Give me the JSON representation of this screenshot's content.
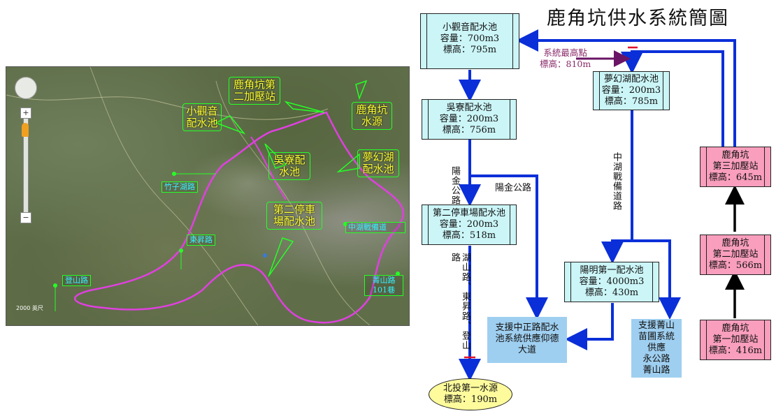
{
  "title": "鹿角坑供水系統簡圖",
  "map": {
    "labels": {
      "xiaoguanyin": "小觀音\n配水池",
      "lujiaokeng_booster": "鹿角坑第\n二加壓站",
      "lujiaokeng_source": "鹿角坑\n水源",
      "wuliao": "吳寮配\n水池",
      "menghuanhu": "夢幻湖\n配水池",
      "parking2": "第二停車\n場配水池"
    },
    "roads": {
      "zhuzihu": "竹子湖路",
      "dongsheng": "東昇路",
      "zhonghu": "中湖戰備道",
      "dengshan": "登山路",
      "jingshan": "菁山路\n101巷"
    },
    "scale_text": "2000 英尺",
    "zoom_in": "+",
    "zoom_out": "−"
  },
  "tanks": {
    "xiaoguanyin": {
      "name": "小觀音配水池",
      "capacity": "容量：700m3",
      "elevation": "標高：795m"
    },
    "wuliao": {
      "name": "吳寮配水池",
      "capacity": "容量：200m3",
      "elevation": "標高：756m"
    },
    "parking2": {
      "name": "第二停車場配水池",
      "capacity": "容量：200m3",
      "elevation": "標高：518m"
    },
    "menghuanhu": {
      "name": "夢幻湖配水池",
      "capacity": "容量：200m3",
      "elevation": "標高：785m"
    },
    "yangming1": {
      "name": "陽明第一配水池",
      "capacity": "容量：4000m3",
      "elevation": "標高：430m"
    }
  },
  "stations": {
    "third": {
      "line1": "鹿角坑",
      "line2": "第三加壓站",
      "elevation": "標高：645m"
    },
    "second": {
      "line1": "鹿角坑",
      "line2": "第二加壓站",
      "elevation": "標高：566m"
    },
    "first": {
      "line1": "鹿角坑",
      "line2": "第一加壓站",
      "elevation": "標高：416m"
    }
  },
  "supports": {
    "zhongzheng": "支援中正路配水\n池系統供應仰德\n大道",
    "jingshan": "支援菁山\n苗圃系統\n供應\n永公路\n菁山路"
  },
  "source": {
    "name": "北投第一水源",
    "elevation": "標高：190m"
  },
  "peak": {
    "label": "系統最高點",
    "elevation": "標高：810m"
  },
  "road_labels": {
    "yangjin_vertical": "陽金公路",
    "yangjin_horizontal": "陽金公路",
    "zhonghu": "中湖戰備道路",
    "hushan": "湖山路、東昇路、登山路"
  },
  "colors": {
    "pipe": "#0a2fd8",
    "booster_pipe": "#000000",
    "peak_arrow": "#6a1466",
    "valve": "#e0102a",
    "map_route": "#e040e0"
  }
}
